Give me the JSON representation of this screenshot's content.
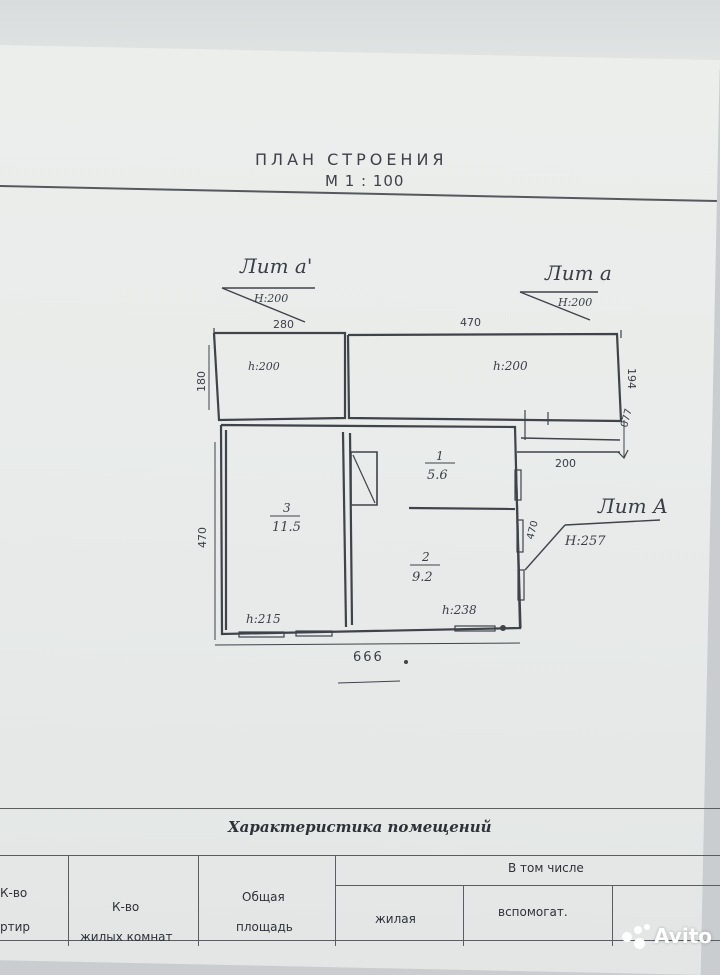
{
  "plan": {
    "title": "ПЛАН СТРОЕНИЯ",
    "scale": "М 1 : 100"
  },
  "labels": {
    "lit_a_prime": "Лит а'",
    "lit_a_prime_h": "Н:200",
    "lit_a": "Лит а",
    "lit_a_h": "Н:200",
    "lit_A": "Лит А",
    "lit_A_h": "Н:257"
  },
  "dimensions": {
    "d_280": "280",
    "d_470_top": "470",
    "d_180": "180",
    "d_194": "194",
    "d_077": "077",
    "d_200": "200",
    "d_470_left": "470",
    "d_470_right": "470",
    "d_666": "666"
  },
  "rooms": {
    "veranda_left_h": "h:200",
    "veranda_right_h": "h:200",
    "room1_num": "1",
    "room1_area": "5.6",
    "room2_num": "2",
    "room2_area": "9.2",
    "room3_num": "3",
    "room3_area": "11.5",
    "left_h": "h:215",
    "right_h": "h:238"
  },
  "table": {
    "heading": "Характеристика помещений",
    "col_kvartir_top": "К-во",
    "col_kvartir_bottom": "ртир",
    "col_komnat_top": "К-во",
    "col_komnat_bottom": "жилых комнат",
    "col_area_top": "Общая",
    "col_area_bottom": "площадь",
    "col_vtom": "В том числе",
    "col_zhilaya": "жилая",
    "col_vspomog": "вспомогат."
  },
  "watermark": {
    "text": "Avito",
    "icon": "avito-dots-icon"
  }
}
